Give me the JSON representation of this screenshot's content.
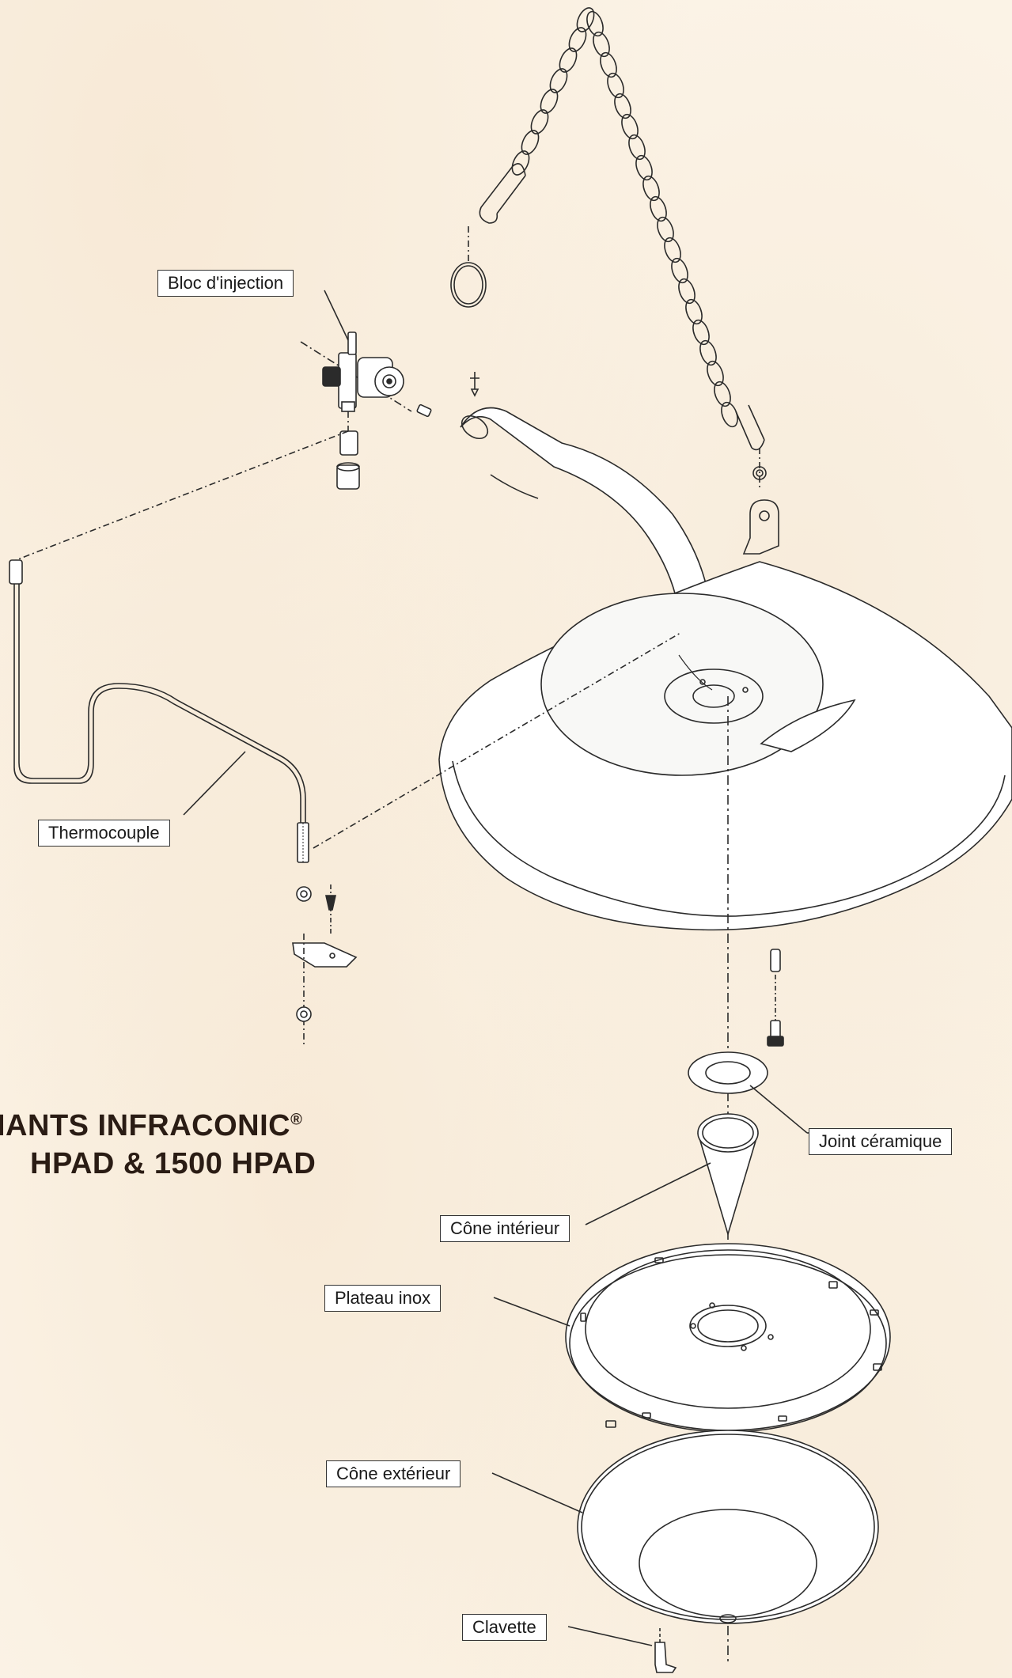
{
  "title": {
    "line1_prefix": "IANTS INFRACONIC",
    "line1_mark": "®",
    "line2": "HPAD & 1500 HPAD"
  },
  "labels": {
    "bloc_injection": "Bloc d'injection",
    "thermocouple": "Thermocouple",
    "joint_ceramique": "Joint céramique",
    "cone_interieur": "Cône intérieur",
    "plateau_inox": "Plateau inox",
    "cone_exterieur": "Cône extérieur",
    "clavette": "Clavette"
  },
  "colors": {
    "line": "#2b2b2b",
    "background": "#fbf3e6",
    "title": "#2a1c14"
  }
}
